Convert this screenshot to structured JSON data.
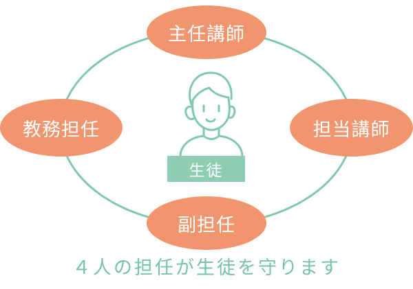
{
  "diagram": {
    "nodes": {
      "top": "主任講師",
      "left": "教務担任",
      "right": "担当講師",
      "bottom": "副担任"
    },
    "center_label": "生徒",
    "caption": "４人の担任が生徒を守ります"
  },
  "colors": {
    "node_fill": "#f0956d",
    "ring_stroke": "#7fc8ab",
    "label_fill": "#8dcdb3",
    "caption_text": "#76c4a5"
  },
  "icons": {
    "center": "student-person-icon"
  }
}
